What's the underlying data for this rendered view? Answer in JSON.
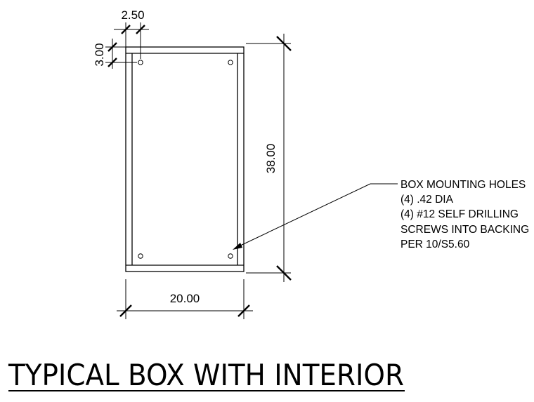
{
  "title": "TYPICAL BOX WITH INTERIOR",
  "dimensions": {
    "top_offset": "2.50",
    "side_offset": "3.00",
    "height": "38.00",
    "width": "20.00"
  },
  "note_lines": [
    "BOX MOUNTING HOLES",
    "(4) .42 DIA",
    "(4) #12 SELF DRILLING",
    "SCREWS INTO BACKING",
    "PER 10/S5.60"
  ]
}
